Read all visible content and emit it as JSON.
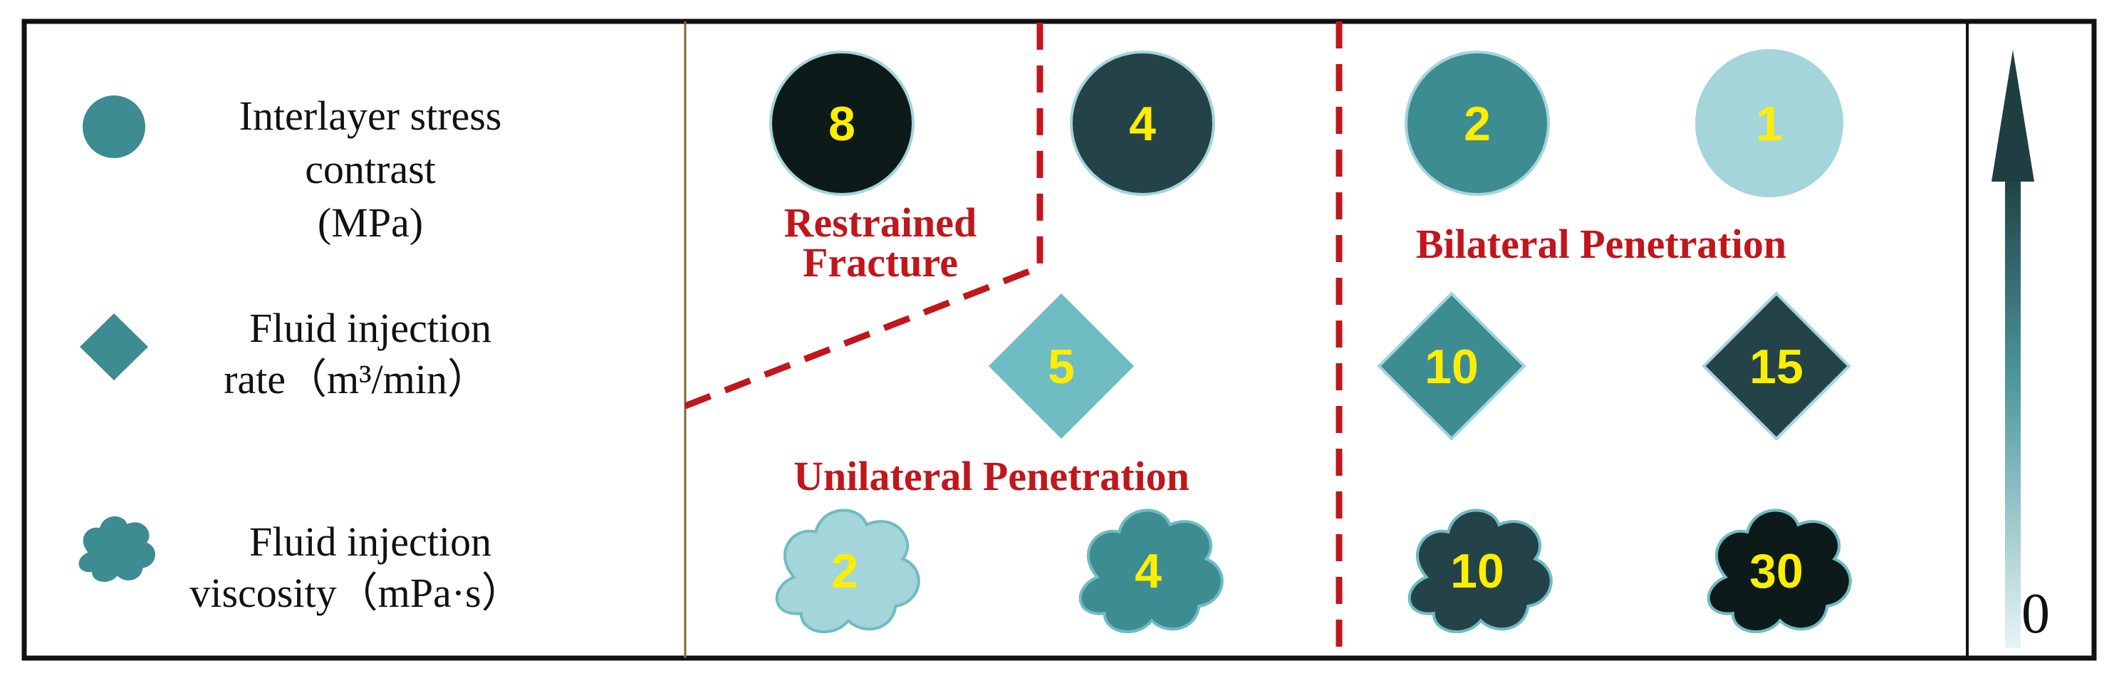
{
  "colors": {
    "darkest": "#0c1a19",
    "dark": "#244348",
    "mid": "#3c8c92",
    "medium_light": "#6fbcc3",
    "light": "#a4d5da",
    "number": "#ffee00",
    "boundary": "#c0161c",
    "frame": "#111111"
  },
  "legend": {
    "stress": {
      "icon": "circle-icon",
      "lines": [
        "Interlayer stress",
        "contrast",
        "(MPa)"
      ]
    },
    "rate": {
      "icon": "diamond-icon",
      "lines": [
        "Fluid injection",
        "rate（m³/min）"
      ]
    },
    "viscosity": {
      "icon": "cloud-icon",
      "lines": [
        "Fluid injection",
        "viscosity（mPa·s）"
      ]
    }
  },
  "regions": {
    "restrained": [
      "Restrained",
      "Fracture"
    ],
    "bilateral": "Bilateral Penetration",
    "unilateral": "Unilateral Penetration"
  },
  "markers": {
    "stress": [
      "8",
      "4",
      "2",
      "1"
    ],
    "rate": [
      "5",
      "10",
      "15"
    ],
    "viscosity": [
      "2",
      "4",
      "10",
      "30"
    ]
  },
  "scale": {
    "icon": "up-arrow-icon",
    "min_label": "0"
  }
}
